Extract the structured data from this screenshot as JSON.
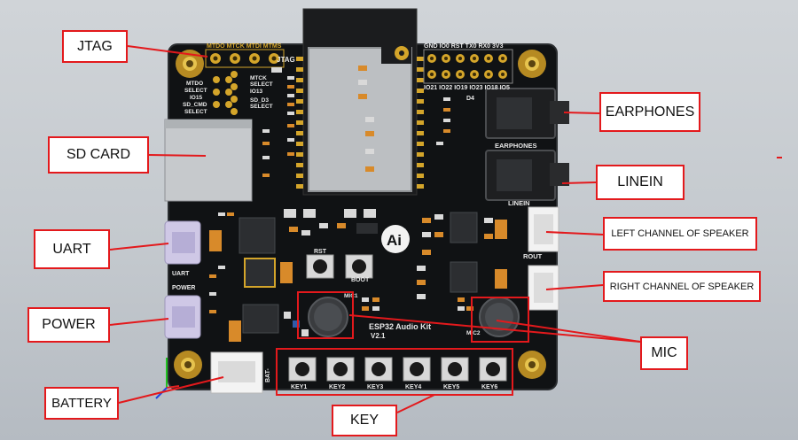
{
  "labels": {
    "jtag": "JTAG",
    "sd_card": "SD CARD",
    "uart": "UART",
    "power": "POWER",
    "battery": "BATTERY",
    "key": "KEY",
    "mic": "MIC",
    "earphones": "EARPHONES",
    "linein": "LINEIN",
    "left_speaker": "LEFT CHANNEL OF SPEAKER",
    "right_speaker": "RIGHT CHANNEL OF SPEAKER"
  },
  "silkscreen": {
    "jtag_pins": "MTDO MTCK MTDI MTMS",
    "jtag": "JTAG",
    "header_top": "GND  IO0  RST  TX0  RX0  3V3",
    "header_bottom": "IO21 IO22 IO19 IO23 IO18 IO5",
    "mtdo_select": "MTDO",
    "select": "SELECT",
    "io15": "IO15",
    "sd_cmd": "SD_CMD",
    "io13": "IO13",
    "sd_d3": "SD_D3",
    "mtck_select": "MTCK",
    "d4": "D4",
    "earphones": "EARPHONES",
    "linein": "LINEIN",
    "rout": "ROUT",
    "uart": "UART",
    "power": "POWER",
    "rst": "RST",
    "boot": "BOOT",
    "board_name": "ESP32 Audio Kit",
    "version": "V2.1",
    "mic1": "MIC1",
    "mic2": "MIC2",
    "bat": "BAT-",
    "logo": "Ai",
    "keys": [
      "KEY1",
      "KEY2",
      "KEY3",
      "KEY4",
      "KEY5",
      "KEY6"
    ]
  },
  "colors": {
    "callout_border": "#e3191c",
    "pcb": "#101214",
    "silk": "#e8e8e8",
    "gold": "#d4a52a"
  }
}
